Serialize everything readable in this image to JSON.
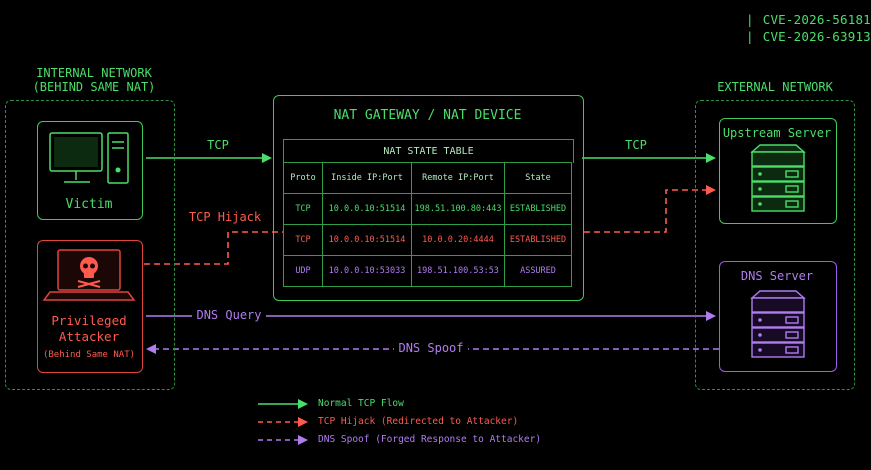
{
  "cve_ids": [
    "CVE-2026-56181",
    "CVE-2026-63913"
  ],
  "internal_network": {
    "title_line1": "INTERNAL NETWORK",
    "title_line2": "(BEHIND SAME NAT)",
    "victim_label": "Victim",
    "attacker_label_line1": "Privileged",
    "attacker_label_line2": "Attacker",
    "attacker_sublabel": "(Behind Same NAT)"
  },
  "nat_gateway": {
    "title": "NAT GATEWAY / NAT DEVICE",
    "table_title": "NAT STATE TABLE",
    "columns": [
      "Proto",
      "Inside IP:Port",
      "Remote IP:Port",
      "State"
    ],
    "rows": [
      {
        "proto": "TCP",
        "inside": "10.0.0.10:51514",
        "remote": "198.51.100.80:443",
        "state": "ESTABLISHED",
        "color": "#4ade6a"
      },
      {
        "proto": "TCP",
        "inside": "10.0.0.10:51514",
        "remote": "10.0.0.20:4444",
        "state": "ESTABLISHED",
        "color": "#ff5a4e"
      },
      {
        "proto": "UDP",
        "inside": "10.0.0.10:53033",
        "remote": "198.51.100.53:53",
        "state": "ASSURED",
        "color": "#b07cf0"
      }
    ]
  },
  "external_network": {
    "title": "EXTERNAL NETWORK",
    "upstream_label": "Upstream Server",
    "dns_label": "DNS Server"
  },
  "arrows": {
    "tcp_left": "TCP",
    "tcp_right": "TCP",
    "tcp_hijack": "TCP Hijack",
    "dns_query": "DNS Query",
    "dns_spoof": "DNS Spoof"
  },
  "legend": [
    {
      "text": "Normal TCP Flow",
      "color": "#4ade6a",
      "style": "solid"
    },
    {
      "text": "TCP Hijack (Redirected to Attacker)",
      "color": "#ff5a4e",
      "style": "dashed"
    },
    {
      "text": "DNS Spoof (Forged Response to Attacker)",
      "color": "#b07cf0",
      "style": "dashed"
    }
  ],
  "colors": {
    "normal": "#4ade6a",
    "hijack": "#ff5a4e",
    "dns": "#b07cf0",
    "background": "#000000"
  },
  "icons": [
    "computer-icon",
    "skull-laptop-icon",
    "server-rack-icon"
  ]
}
